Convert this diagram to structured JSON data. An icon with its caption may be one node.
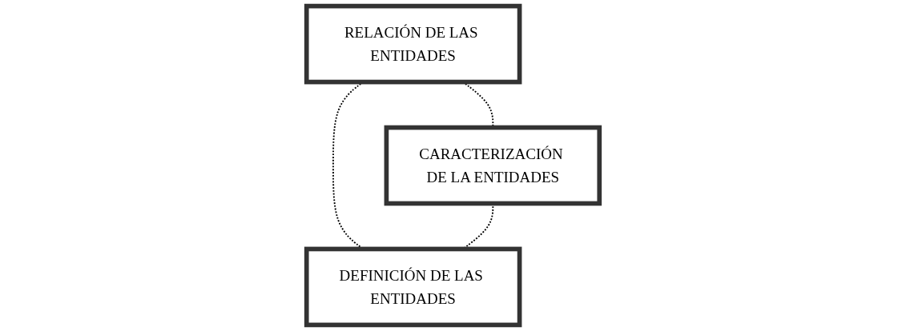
{
  "diagram": {
    "nodes": [
      {
        "text": [
          "RELACIÓN DE LAS ENTIDADES"
        ]
      },
      {
        "text": [
          "CARACTERIZACIÓN DE LA ENTIDADES"
        ]
      },
      {
        "text": [
          "DEFINICIÓN DE LAS ENTIDADES"
        ]
      }
    ],
    "edges": [
      {
        "from": 0,
        "to": 1,
        "arrow": "none",
        "style": "dashed"
      },
      {
        "from": 0,
        "to": 2,
        "arrow": "none",
        "style": "dashed"
      },
      {
        "from": 1,
        "to": 2,
        "arrow": "none",
        "style": "dashed"
      }
    ]
  }
}
